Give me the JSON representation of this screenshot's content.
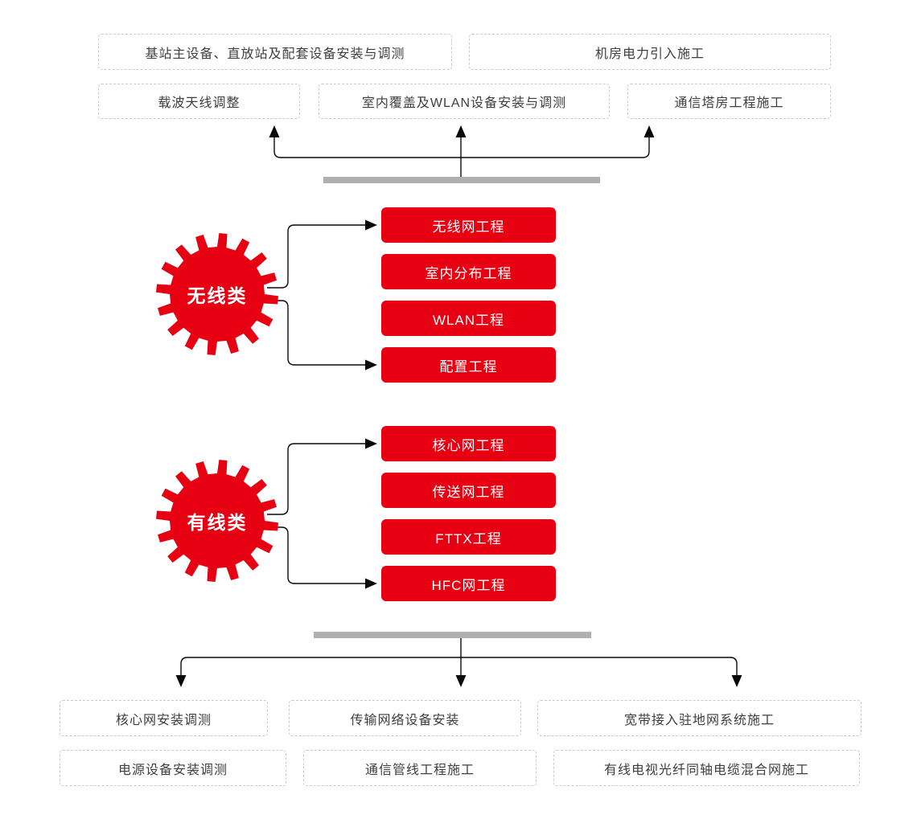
{
  "colors": {
    "red": "#e60012",
    "bar_gray": "#b0b0b0",
    "line": "#0a0a0a",
    "box_border": "#cbcbcb",
    "box_text": "#3e3e3e"
  },
  "wireless": {
    "label": "无线类",
    "projects": [
      "无线网工程",
      "室内分布工程",
      "WLAN工程",
      "配置工程"
    ],
    "tasks": [
      "基站主设备、直放站及配套设备安装与调测",
      "机房电力引入施工",
      "载波天线调整",
      "室内覆盖及WLAN设备安装与调测",
      "通信塔房工程施工"
    ]
  },
  "wired": {
    "label": "有线类",
    "projects": [
      "核心网工程",
      "传送网工程",
      "FTTX工程",
      "HFC网工程"
    ],
    "tasks": [
      "核心网安装调测",
      "传输网络设备安装",
      "宽带接入驻地网系统施工",
      "电源设备安装调测",
      "通信管线工程施工",
      "有线电视光纤同轴电缆混合网施工"
    ]
  }
}
